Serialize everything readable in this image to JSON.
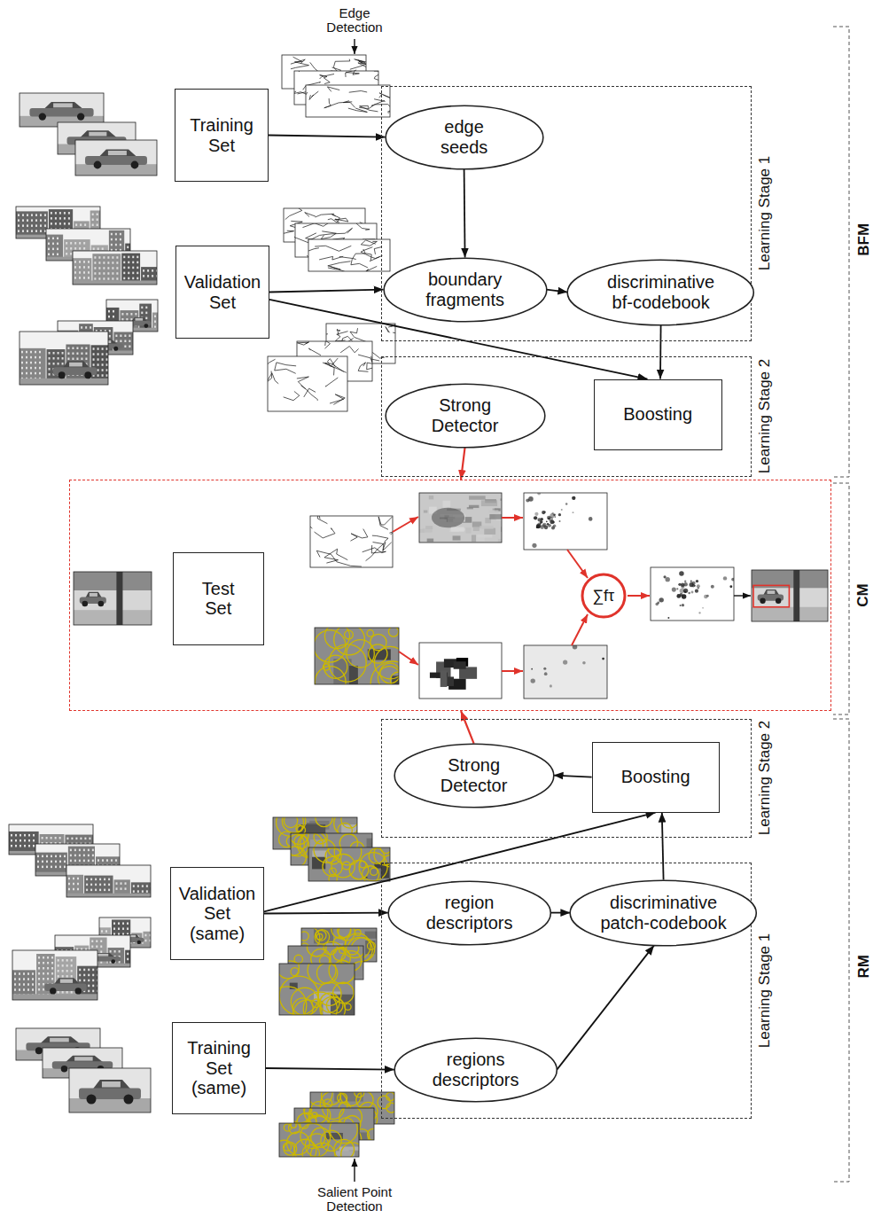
{
  "diagram": {
    "nodes": [
      {
        "text": [
          "Training Set"
        ]
      },
      {
        "text": [
          "Learning Stage 1"
        ]
      },
      {
        "text": [
          "edge seeds"
        ],
        "in": 1
      },
      {
        "text": [
          "Validation Set"
        ]
      },
      {
        "text": [
          "boundary fragments"
        ],
        "in": 1
      },
      {
        "text": [
          "discriminative bf-codebook"
        ],
        "in": 1
      },
      {
        "text": [
          "Learning Stage 2"
        ]
      },
      {
        "text": [
          "Strong Detector"
        ],
        "in": 6
      },
      {
        "text": [
          "Boosting"
        ],
        "in": 6
      },
      {
        "text": [
          "CM"
        ]
      },
      {
        "text": [
          "Test Set"
        ],
        "in": 9
      },
      {
        "text": [
          "∑fτ"
        ],
        "in": 9
      },
      {
        "text": [
          "Learning Stage 2"
        ]
      },
      {
        "text": [
          "Strong Detector"
        ],
        "in": 12
      },
      {
        "text": [
          "Boosting"
        ],
        "in": 12
      },
      {
        "text": [
          "Validation Set (same)"
        ]
      },
      {
        "text": [
          "Learning Stage 1"
        ]
      },
      {
        "text": [
          "region descriptors"
        ],
        "in": 16
      },
      {
        "text": [
          "discriminative patch-codebook"
        ],
        "in": 16
      },
      {
        "text": [
          "Training Set (same)"
        ]
      },
      {
        "text": [
          "regions descriptors"
        ],
        "in": 16
      }
    ],
    "edges": [
      {
        "from": 0,
        "to": 2,
        "arrow": "to"
      },
      {
        "from": 2,
        "to": 4,
        "arrow": "to"
      },
      {
        "from": 3,
        "to": 4,
        "arrow": "to"
      },
      {
        "from": 4,
        "to": 5,
        "arrow": "to"
      },
      {
        "from": 5,
        "to": 8,
        "arrow": "to"
      },
      {
        "from": 3,
        "to": 8,
        "arrow": "to"
      },
      {
        "from": 7,
        "to": 9,
        "arrow": "to"
      },
      {
        "from": 13,
        "to": 9,
        "arrow": "to"
      },
      {
        "from": 14,
        "to": 13,
        "arrow": "to"
      },
      {
        "from": 15,
        "to": 14,
        "arrow": "to"
      },
      {
        "from": 15,
        "to": 17,
        "arrow": "to"
      },
      {
        "from": 17,
        "to": 18,
        "arrow": "to"
      },
      {
        "from": 19,
        "to": 20,
        "arrow": "to"
      },
      {
        "from": 20,
        "to": 18,
        "arrow": "to"
      },
      {
        "from": 18,
        "to": 14,
        "arrow": "to"
      }
    ],
    "labels": [
      "Edge Detection",
      "BFM",
      "RM",
      "Salient Point Detection"
    ]
  }
}
